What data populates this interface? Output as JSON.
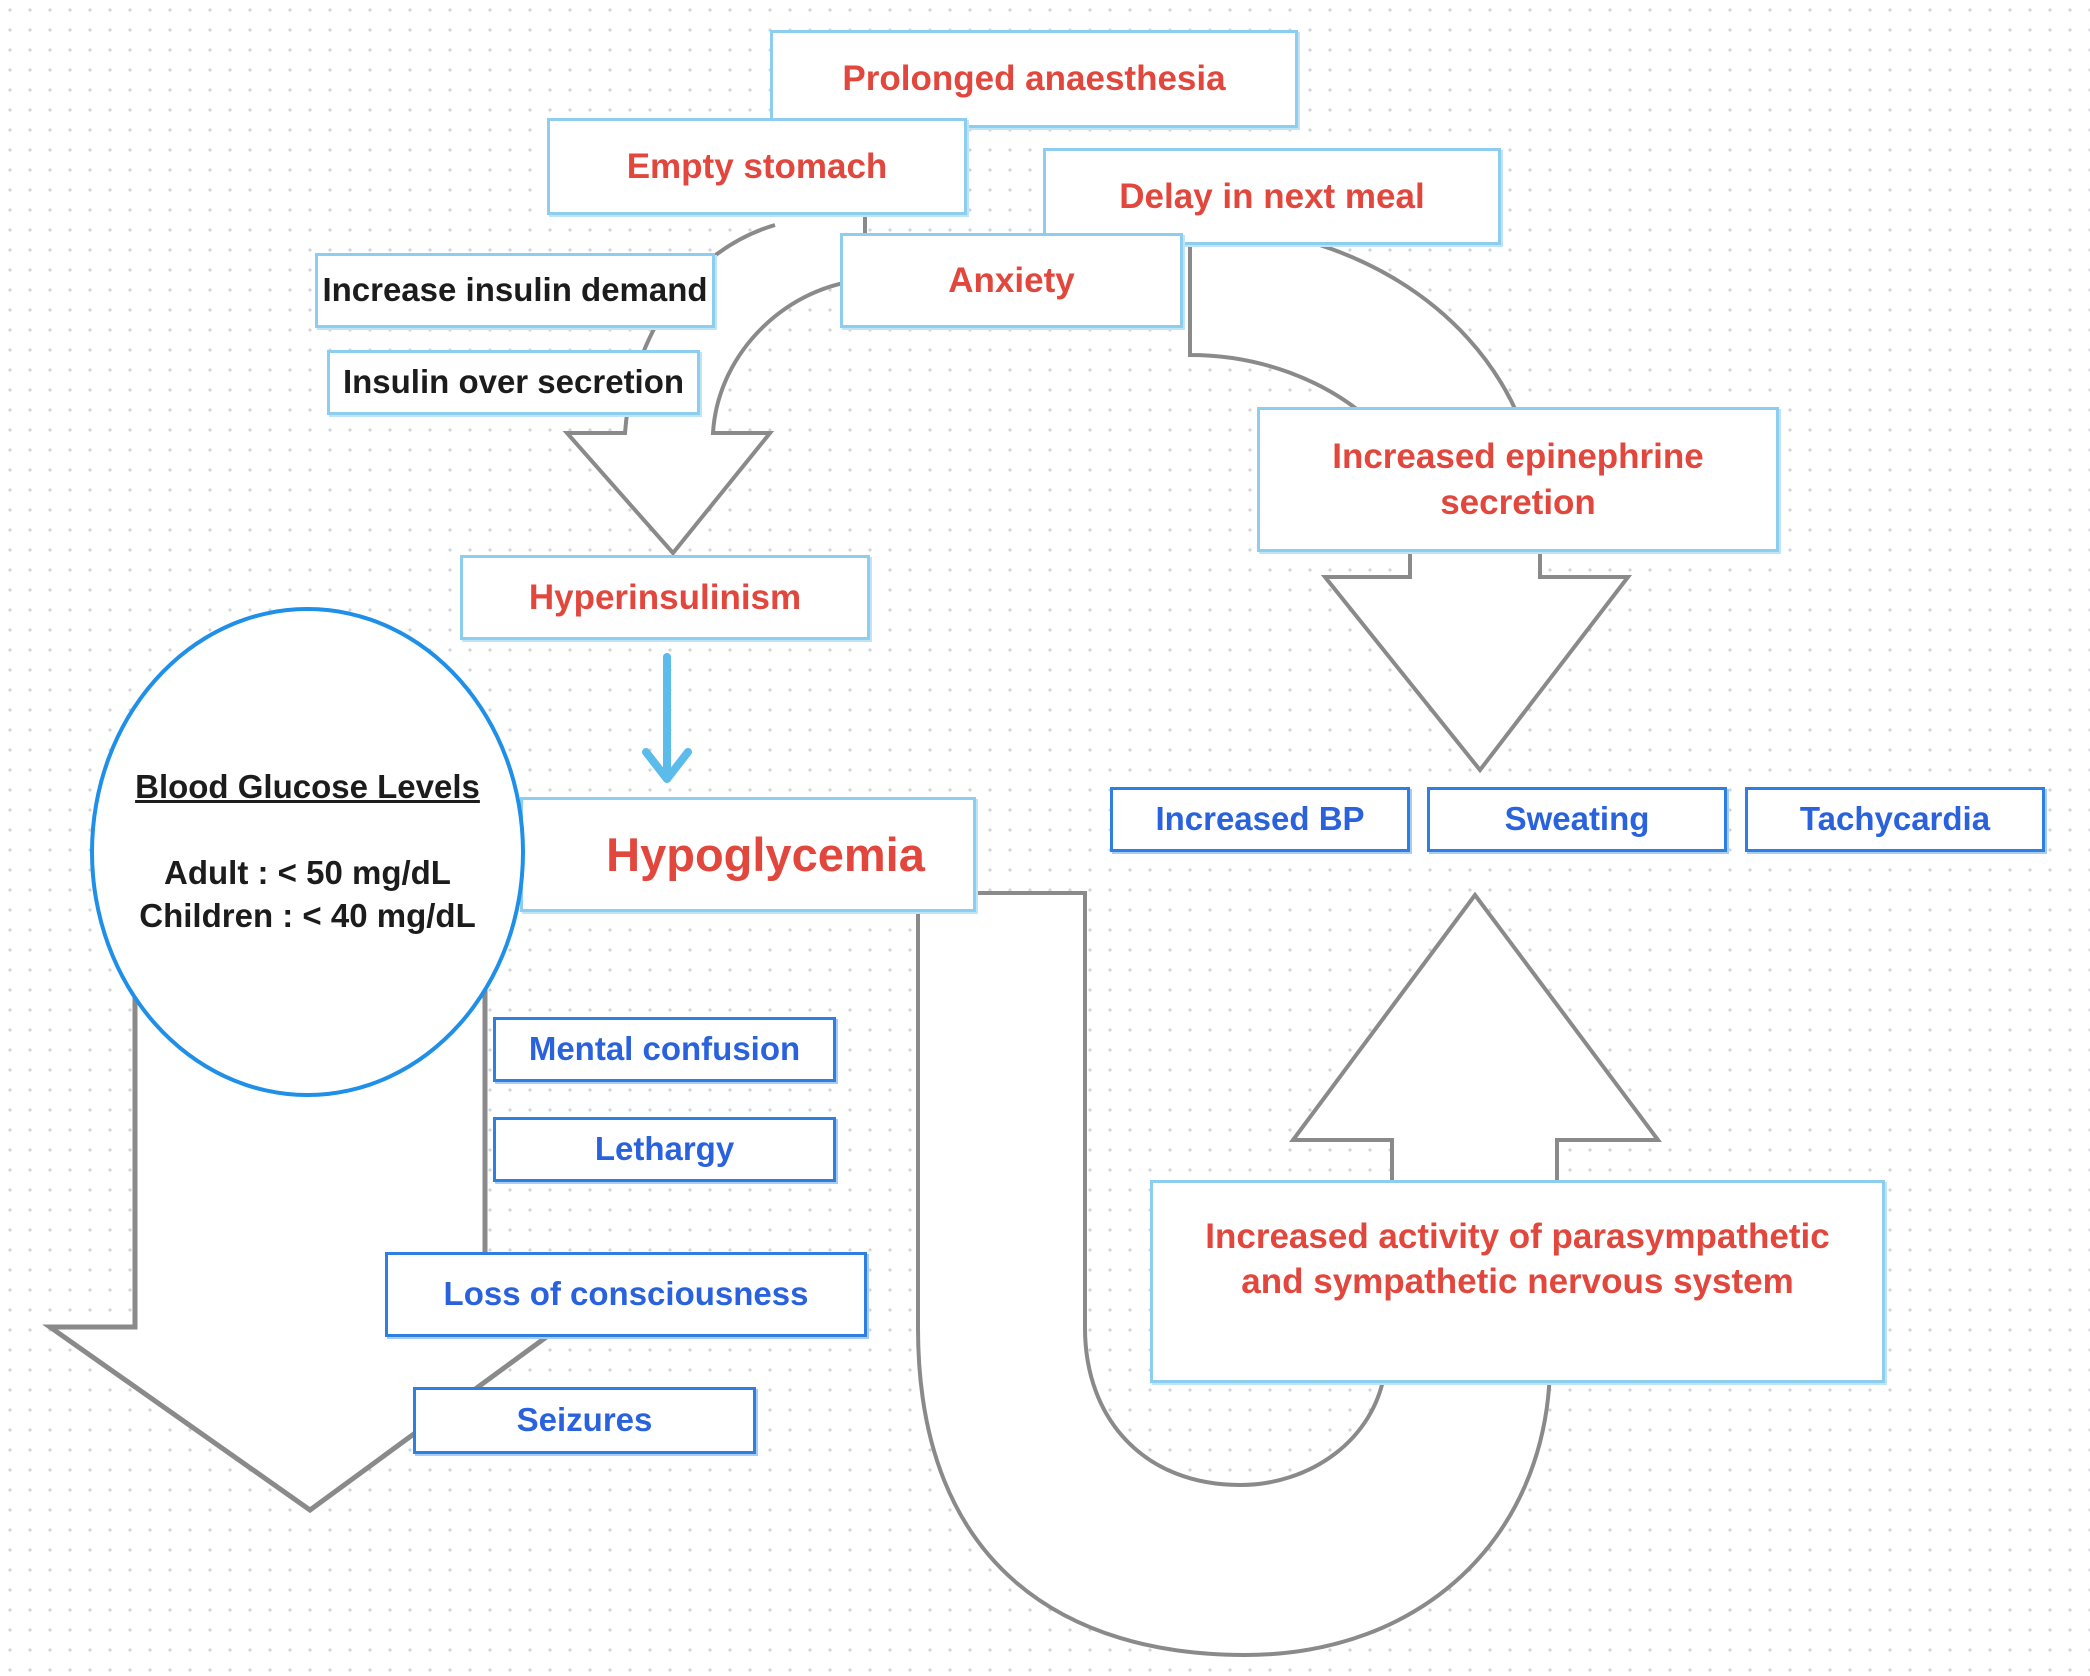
{
  "causes": {
    "prolonged_anaesthesia": "Prolonged anaesthesia",
    "empty_stomach": "Empty stomach",
    "delay_in_next_meal": "Delay in next meal",
    "anxiety": "Anxiety",
    "increase_insulin_demand": "Increase insulin demand",
    "insulin_over_secretion": "Insulin over secretion"
  },
  "hyperinsulinism": "Hyperinsulinism",
  "hypoglycemia": "Hypoglycemia",
  "blood_glucose": {
    "heading": "Blood Glucose Levels",
    "adult": "Adult : < 50 mg/dL",
    "children": "Children : < 40 mg/dL"
  },
  "neuro_symptoms": {
    "mental_confusion": "Mental confusion",
    "lethargy": "Lethargy",
    "loss_of_consciousness": "Loss of consciousness",
    "seizures": "Seizures"
  },
  "autonomic": {
    "nervous_system_activity": "Increased activity of parasympathetic and sympathetic nervous system",
    "epinephrine": "Increased epinephrine secretion"
  },
  "adrenergic_symptoms": {
    "increased_bp": "Increased BP",
    "sweating": "Sweating",
    "tachycardia": "Tachycardia"
  },
  "colors": {
    "cause_text": "#e2473d",
    "symptom_text": "#2a62de",
    "box_border_light": "#8ccdf0",
    "box_border_blue": "#2f7fe0",
    "arrow_stroke": "#8a8a8a",
    "small_arrow": "#5bbcec",
    "circle_border": "#1f8fe8"
  }
}
